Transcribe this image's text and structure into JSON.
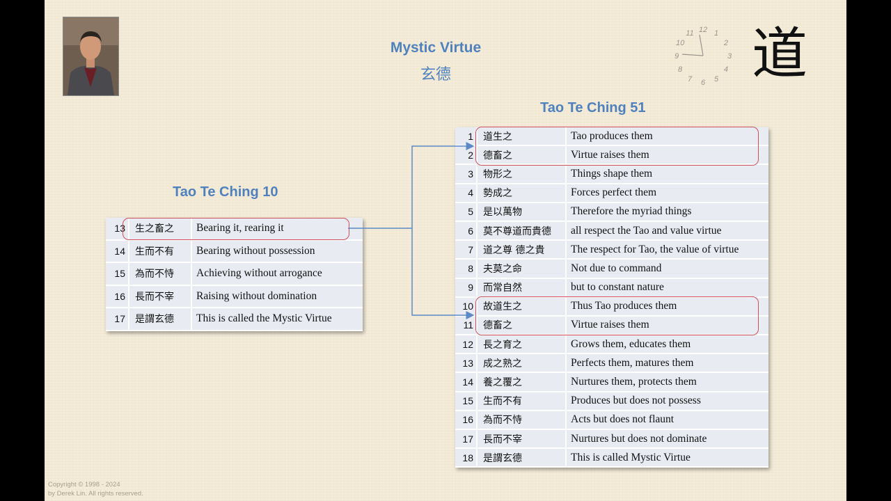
{
  "slide": {
    "title": "Mystic Virtue",
    "subtitle_chinese": "玄德",
    "tao_character": "道",
    "copyright_line1": "Copyright © 1998 - 2024",
    "copyright_line2": "by Derek Lin. All rights reserved."
  },
  "clock": {
    "numbers": [
      "12",
      "1",
      "2",
      "3",
      "4",
      "5",
      "6",
      "7",
      "8",
      "9",
      "10",
      "11"
    ]
  },
  "table10": {
    "title": "Tao Te Ching 10",
    "rows": [
      {
        "num": "13",
        "chinese": "生之畜之",
        "english": "Bearing it, rearing it"
      },
      {
        "num": "14",
        "chinese": "生而不有",
        "english": "Bearing without possession"
      },
      {
        "num": "15",
        "chinese": "為而不恃",
        "english": "Achieving without arrogance"
      },
      {
        "num": "16",
        "chinese": "長而不宰",
        "english": "Raising without domination"
      },
      {
        "num": "17",
        "chinese": "是謂玄德",
        "english": "This is called the Mystic Virtue"
      }
    ]
  },
  "table51": {
    "title": "Tao Te Ching 51",
    "rows": [
      {
        "num": "1",
        "chinese": "道生之",
        "english": "Tao produces them"
      },
      {
        "num": "2",
        "chinese": "德畜之",
        "english": "Virtue raises them"
      },
      {
        "num": "3",
        "chinese": "物形之",
        "english": "Things shape them"
      },
      {
        "num": "4",
        "chinese": "勢成之",
        "english": "Forces perfect them"
      },
      {
        "num": "5",
        "chinese": "是以萬物",
        "english": "Therefore the myriad things"
      },
      {
        "num": "6",
        "chinese": "莫不尊道而貴德",
        "english": "all respect the Tao and value virtue"
      },
      {
        "num": "7",
        "chinese": "道之尊 德之貴",
        "english": "The respect for Tao, the value of virtue"
      },
      {
        "num": "8",
        "chinese": "夫莫之命",
        "english": "Not due to command"
      },
      {
        "num": "9",
        "chinese": "而常自然",
        "english": "but to constant nature"
      },
      {
        "num": "10",
        "chinese": "故道生之",
        "english": "Thus Tao produces them"
      },
      {
        "num": "11",
        "chinese": "德畜之",
        "english": "Virtue raises them"
      },
      {
        "num": "12",
        "chinese": "長之育之",
        "english": "Grows them, educates them"
      },
      {
        "num": "13",
        "chinese": "成之熟之",
        "english": "Perfects them, matures them"
      },
      {
        "num": "14",
        "chinese": "養之覆之",
        "english": "Nurtures them, protects them"
      },
      {
        "num": "15",
        "chinese": "生而不有",
        "english": "Produces but does not possess"
      },
      {
        "num": "16",
        "chinese": "為而不恃",
        "english": "Acts but does not flaunt"
      },
      {
        "num": "17",
        "chinese": "長而不宰",
        "english": "Nurtures but does not dominate"
      },
      {
        "num": "18",
        "chinese": "是謂玄德",
        "english": "This is called Mystic Virtue"
      }
    ]
  },
  "colors": {
    "title_blue": "#4f81bd",
    "highlight_red": "#d0505a",
    "arrow_blue": "#5b8ac6",
    "table_bg": "#e8ebf2",
    "slide_bg": "#f4ecd9"
  }
}
